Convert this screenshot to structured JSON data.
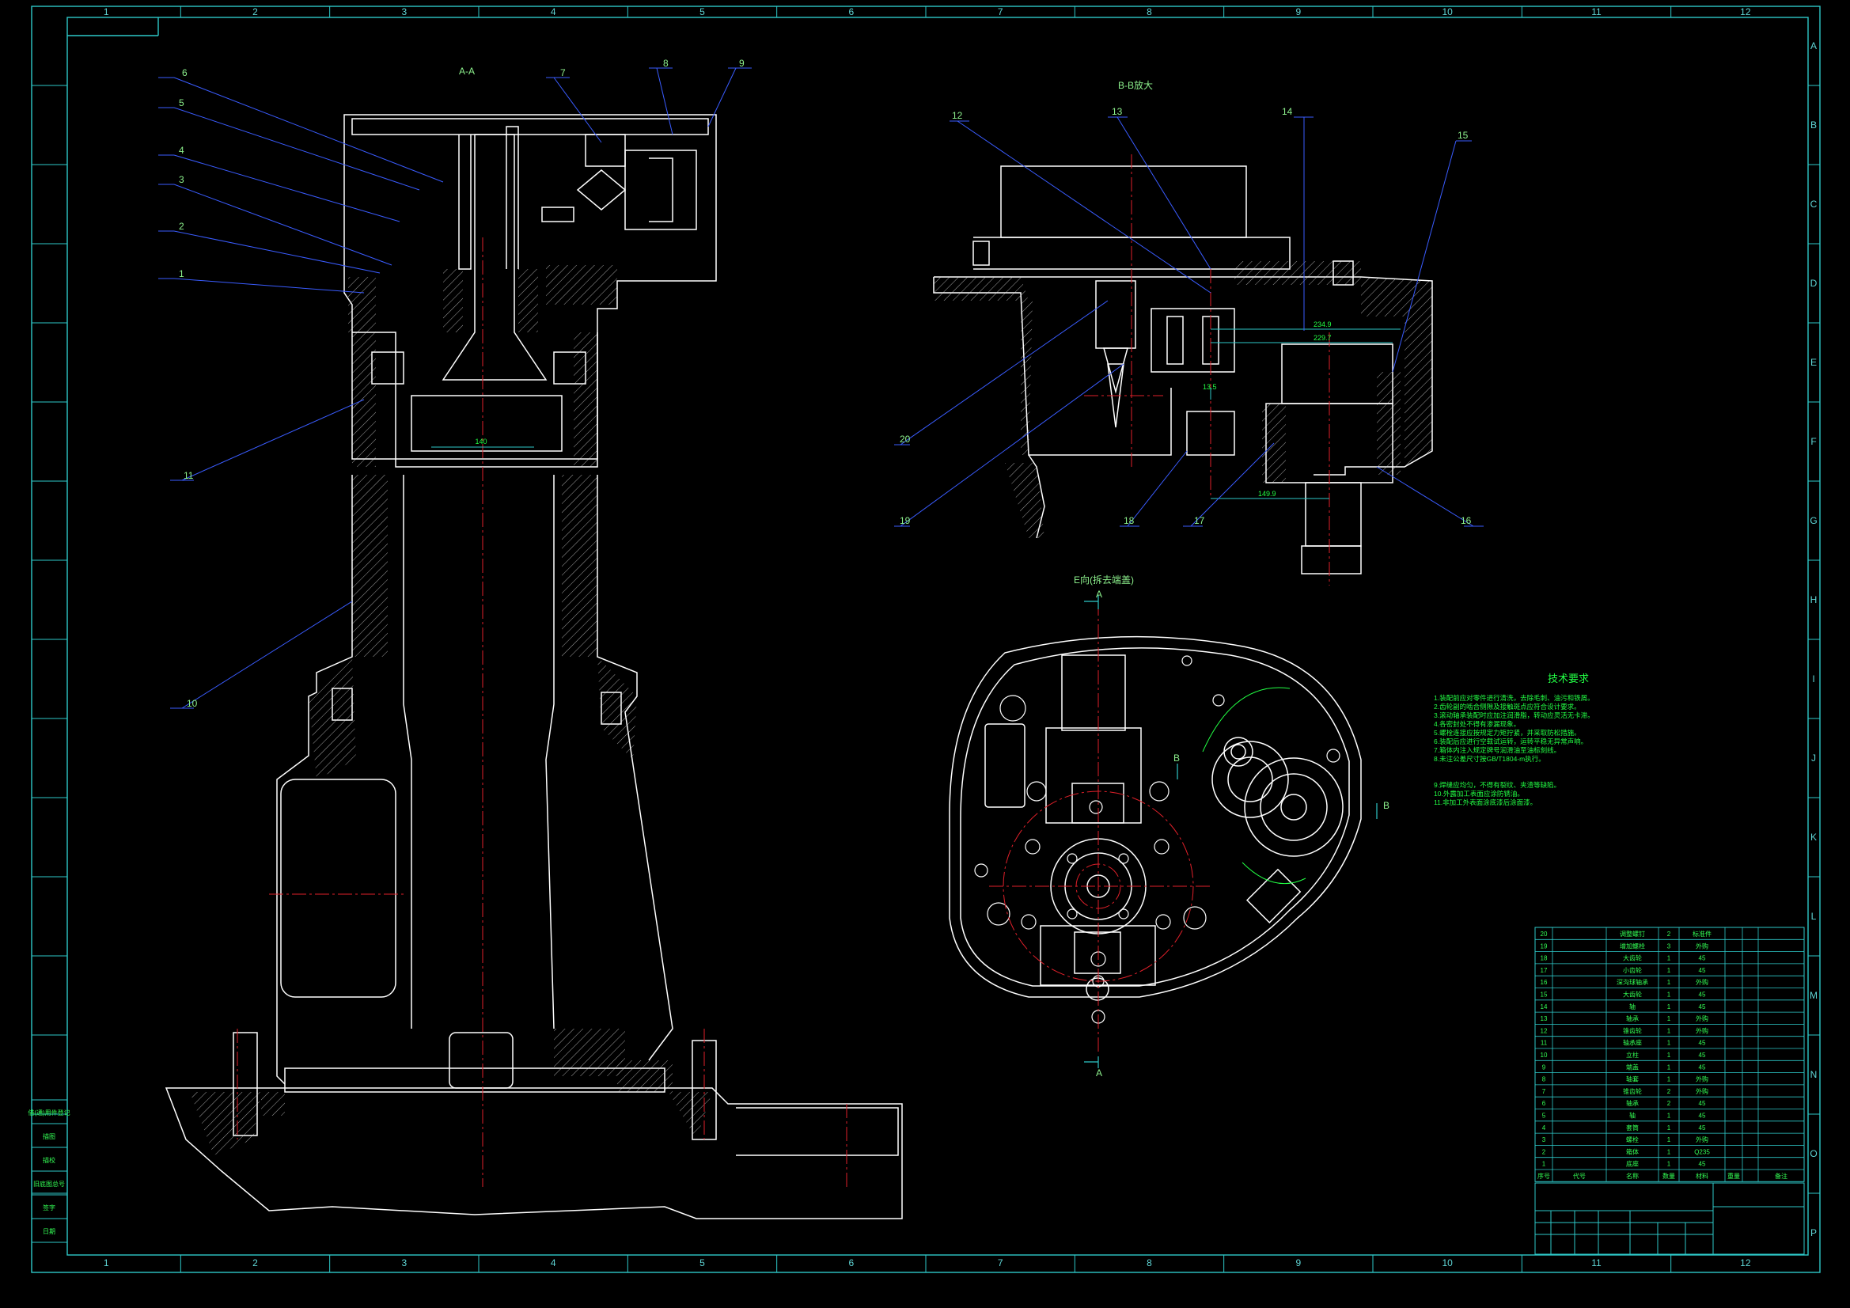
{
  "sheet": {
    "background_color": "#000000",
    "frame_color": "#2ec9c9",
    "geometry_color": "#ffffff",
    "centerline_color": "#e0202a",
    "leader_color": "#3a5cff",
    "text_color": "#22ff44",
    "zones_x": [
      "1",
      "2",
      "3",
      "4",
      "5",
      "6",
      "7",
      "8",
      "9",
      "10",
      "11",
      "12"
    ],
    "zones_y": [
      "A",
      "B",
      "C",
      "D",
      "E",
      "F",
      "G",
      "H",
      "I",
      "J",
      "K",
      "L",
      "M",
      "N",
      "O",
      "P"
    ]
  },
  "views": {
    "section_aa_title": "A-A",
    "section_bb_title": "B-B放大",
    "view_e_title": "E向(拆去端盖)",
    "marker_a": "A",
    "marker_b": "B"
  },
  "balloons_left": [
    "6",
    "5",
    "4",
    "3",
    "2",
    "1",
    "11",
    "10"
  ],
  "balloons_top": [
    "7",
    "8",
    "9"
  ],
  "balloons_bb": [
    "12",
    "13",
    "14",
    "15",
    "20",
    "19",
    "18",
    "17",
    "16"
  ],
  "dimensions": {
    "d140": "140",
    "d234": "234.9",
    "d229": "229.7",
    "d149": "149.9",
    "d135": "13.5"
  },
  "tech": {
    "title": "技术要求",
    "lines": [
      "1.装配前应对零件进行清洗，去除毛刺、油污和铁屑。",
      "2.齿轮副的啮合侧隙及接触斑点应符合设计要求。",
      "3.滚动轴承装配时应加注润滑脂，转动应灵活无卡滞。",
      "4.各密封处不得有渗漏现象。",
      "5.螺栓连接应按规定力矩拧紧，并采取防松措施。",
      "6.装配后应进行空载试运转，运转平稳无异常声响。",
      "7.箱体内注入规定牌号润滑油至油标刻线。",
      "8.未注公差尺寸按GB/T1804-m执行。",
      "9.焊缝应均匀，不得有裂纹、夹渣等缺陷。",
      "10.外露加工表面应涂防锈油。",
      "11.非加工外表面涂底漆后涂面漆。"
    ]
  },
  "bom": {
    "rows": [
      {
        "no": "20",
        "name": "调整螺钉",
        "qty": "2",
        "mat": "标准件"
      },
      {
        "no": "19",
        "name": "增加螺栓",
        "qty": "3",
        "mat": "外购"
      },
      {
        "no": "18",
        "name": "大齿轮",
        "qty": "1",
        "mat": "45"
      },
      {
        "no": "17",
        "name": "小齿轮",
        "qty": "1",
        "mat": "45"
      },
      {
        "no": "16",
        "name": "深沟球轴承",
        "qty": "1",
        "mat": "外购"
      },
      {
        "no": "15",
        "name": "大齿轮",
        "qty": "1",
        "mat": "45"
      },
      {
        "no": "14",
        "name": "轴",
        "qty": "1",
        "mat": "45"
      },
      {
        "no": "13",
        "name": "轴承",
        "qty": "1",
        "mat": "外购"
      },
      {
        "no": "12",
        "name": "锥齿轮",
        "qty": "1",
        "mat": "外购"
      },
      {
        "no": "11",
        "name": "轴承座",
        "qty": "1",
        "mat": "45"
      },
      {
        "no": "10",
        "name": "立柱",
        "qty": "1",
        "mat": "45"
      },
      {
        "no": "9",
        "name": "端盖",
        "qty": "1",
        "mat": "45"
      },
      {
        "no": "8",
        "name": "轴套",
        "qty": "1",
        "mat": "外购"
      },
      {
        "no": "7",
        "name": "锥齿轮",
        "qty": "2",
        "mat": "外购"
      },
      {
        "no": "6",
        "name": "轴承",
        "qty": "2",
        "mat": "45"
      },
      {
        "no": "5",
        "name": "轴",
        "qty": "1",
        "mat": "45"
      },
      {
        "no": "4",
        "name": "套筒",
        "qty": "1",
        "mat": "45"
      },
      {
        "no": "3",
        "name": "螺栓",
        "qty": "1",
        "mat": "外购"
      },
      {
        "no": "2",
        "name": "箱体",
        "qty": "1",
        "mat": "Q235"
      },
      {
        "no": "1",
        "name": "底座",
        "qty": "1",
        "mat": "45"
      }
    ],
    "head": {
      "no": "序号",
      "code": "代号",
      "name": "名称",
      "qty": "数量",
      "mat": "材料",
      "weight": "重量",
      "note": "备注"
    }
  },
  "side_strip": [
    "借(通)用件登记",
    "描图",
    "描校",
    "旧底图总号",
    "签字",
    "日期"
  ]
}
